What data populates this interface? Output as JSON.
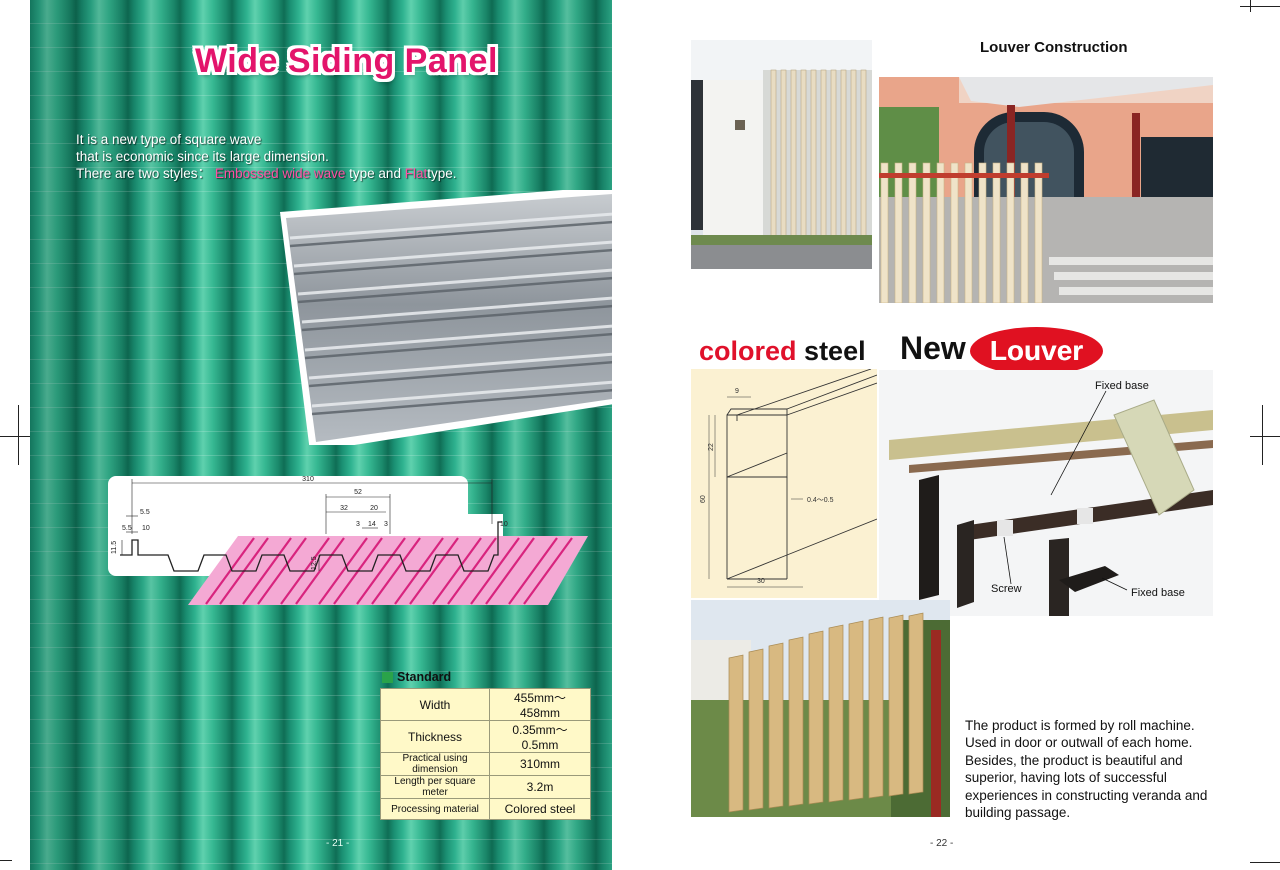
{
  "left_page": {
    "title": "Wide Siding Panel",
    "intro": {
      "line1": "It is a new type of square wave",
      "line2": "that is economic since its large dimension.",
      "line3_prefix": "There are two styles：",
      "style1": "Embossed wide wave",
      "mid": "type and",
      "style2": "Flat",
      "suffix": "type."
    },
    "profile_dims": {
      "overall": "310",
      "d52": "52",
      "d32": "32",
      "d20": "20",
      "d55a": "5.5",
      "d55b": "5.5",
      "d10a": "10",
      "d3a": "3",
      "d14": "14",
      "d3b": "3",
      "d10b": "10",
      "d115": "11.5",
      "d125": "12.5"
    },
    "standard_label": "Standard",
    "spec_rows": [
      {
        "key": "Width",
        "value": "455mm～458mm"
      },
      {
        "key": "Thickness",
        "value": "0.35mm～0.5mm"
      },
      {
        "key": "Practical using dimension",
        "value": "310mm"
      },
      {
        "key": "Length per square meter",
        "value": "3.2m"
      },
      {
        "key": "Processing material",
        "value": "Colored steel"
      }
    ],
    "page_number": "- 21 -"
  },
  "right_page": {
    "louver_construction": "Louver Construction",
    "colored": "colored",
    "steel": "steel",
    "new": "New",
    "louver": "Louver",
    "section_dims": {
      "top": "9",
      "d22": "22",
      "d60": "60",
      "thick": "0.4～0.5",
      "bottom": "30"
    },
    "parts_labels": {
      "fixed_base_top": "Fixed base",
      "screw": "Screw",
      "fixed_base_bottom": "Fixed base"
    },
    "description": "The product is formed by roll machine. Used in door or outwall of each home. Besides, the product is beautiful and superior, having lots of successful experiences in constructing veranda and building passage.",
    "page_number": "- 22 -"
  },
  "colors": {
    "title_pink": "#e3146b",
    "accent_red": "#e01121",
    "teal": "#2fb390",
    "spec_bg": "#fff9c8"
  }
}
